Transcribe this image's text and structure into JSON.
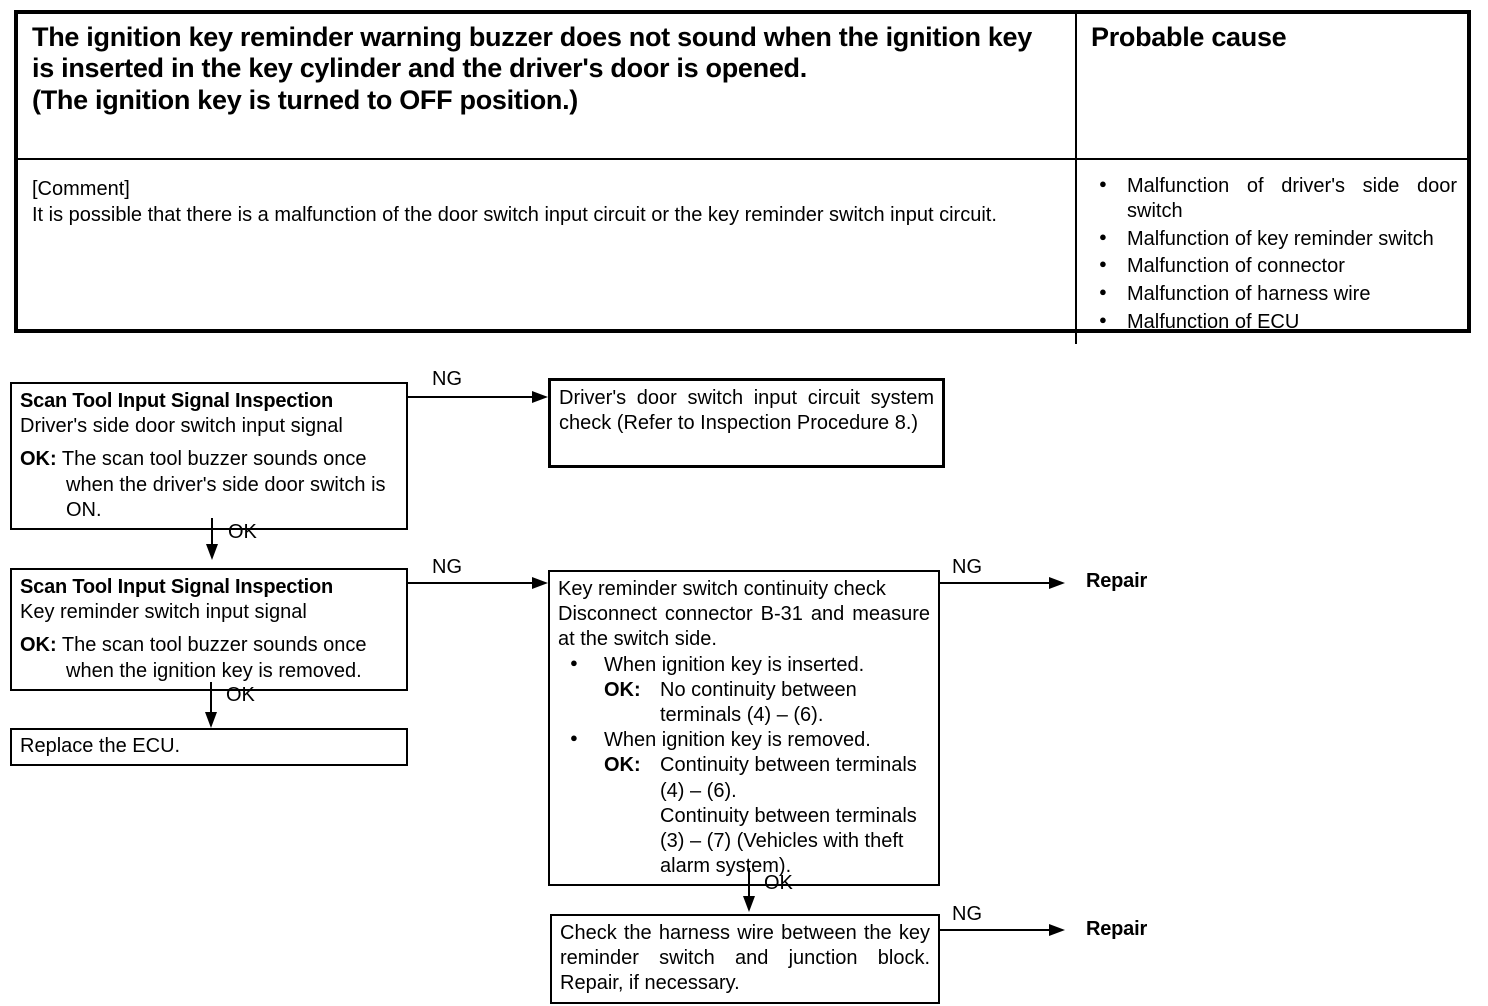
{
  "table": {
    "problem_title": "The ignition key reminder warning buzzer does not sound when the ignition key is inserted in the key cylinder and the driver's door is opened.",
    "problem_subtitle": "(The ignition key is turned to OFF position.)",
    "probable_cause_header": "Probable cause",
    "comment_label": "[Comment]",
    "comment_text": "It is possible that there is a malfunction of the door switch input circuit or the key reminder switch input circuit.",
    "causes": [
      "Malfunction of driver's side door switch",
      "Malfunction of key reminder switch",
      "Malfunction of connector",
      "Malfunction of harness wire",
      "Malfunction of ECU"
    ]
  },
  "flowchart": {
    "labels": {
      "ng": "NG",
      "ok": "OK",
      "repair": "Repair"
    },
    "step1": {
      "title": "Scan Tool Input Signal Inspection",
      "subtitle": "Driver's side door switch input signal",
      "ok_label": "OK:",
      "ok_text": "The scan tool buzzer sounds once when the driver's side door switch is ON."
    },
    "step1_ng_box": {
      "text": "Driver's door switch input circuit system check (Refer to Inspection Procedure 8.)"
    },
    "step2": {
      "title": "Scan Tool Input Signal Inspection",
      "subtitle": "Key reminder switch input signal",
      "ok_label": "OK:",
      "ok_text": "The scan tool buzzer sounds once when the ignition key is removed."
    },
    "replace_ecu_box": {
      "text": "Replace the ECU."
    },
    "continuity_box": {
      "line1": "Key reminder switch continuity check",
      "line2": "Disconnect connector B-31 and measure at the switch side.",
      "bullets": [
        {
          "text": "When ignition key is inserted.",
          "ok_label": "OK:",
          "ok_lines": [
            "No continuity between terminals (4) – (6)."
          ]
        },
        {
          "text": "When ignition key is removed.",
          "ok_label": "OK:",
          "ok_lines": [
            "Continuity between terminals (4) – (6).",
            "Continuity between terminals (3) – (7) (Vehicles with theft alarm system)."
          ]
        }
      ]
    },
    "harness_box": {
      "text": "Check the harness wire between the key reminder switch and junction block. Repair, if necessary."
    }
  }
}
